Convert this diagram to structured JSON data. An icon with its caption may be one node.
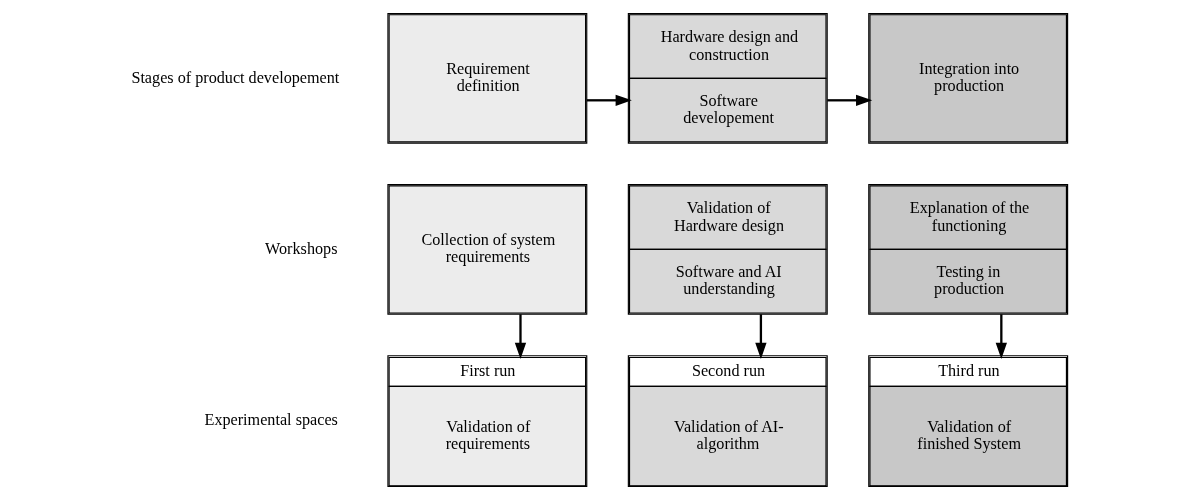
{
  "diagram": {
    "nodes": [
      {
        "text": [
          "Requirement definition"
        ]
      },
      {
        "text": [
          "Hardware design and construction",
          "Software developement"
        ]
      },
      {
        "text": [
          "Integration into production"
        ]
      },
      {
        "text": [
          "Collection of system requirements"
        ]
      },
      {
        "text": [
          "Validation of Hardware design",
          "Software and AI understanding"
        ]
      },
      {
        "text": [
          "Explanation of the functioning",
          "Testing in production"
        ]
      },
      {
        "text": [
          "First run",
          "Validation of requirements"
        ]
      },
      {
        "text": [
          "Second run",
          "Validation of AI-algorithm"
        ]
      },
      {
        "text": [
          "Third run",
          "Validation of finished System"
        ]
      }
    ],
    "edges": [
      {
        "from": 0,
        "to": 1,
        "arrow": "to"
      },
      {
        "from": 1,
        "to": 2,
        "arrow": "to"
      },
      {
        "from": 3,
        "to": 6,
        "arrow": "to"
      },
      {
        "from": 4,
        "to": 7,
        "arrow": "to"
      },
      {
        "from": 5,
        "to": 8,
        "arrow": "to"
      }
    ],
    "labels": [
      "Stages of product developement",
      "Workshops",
      "Experimental spaces"
    ]
  }
}
